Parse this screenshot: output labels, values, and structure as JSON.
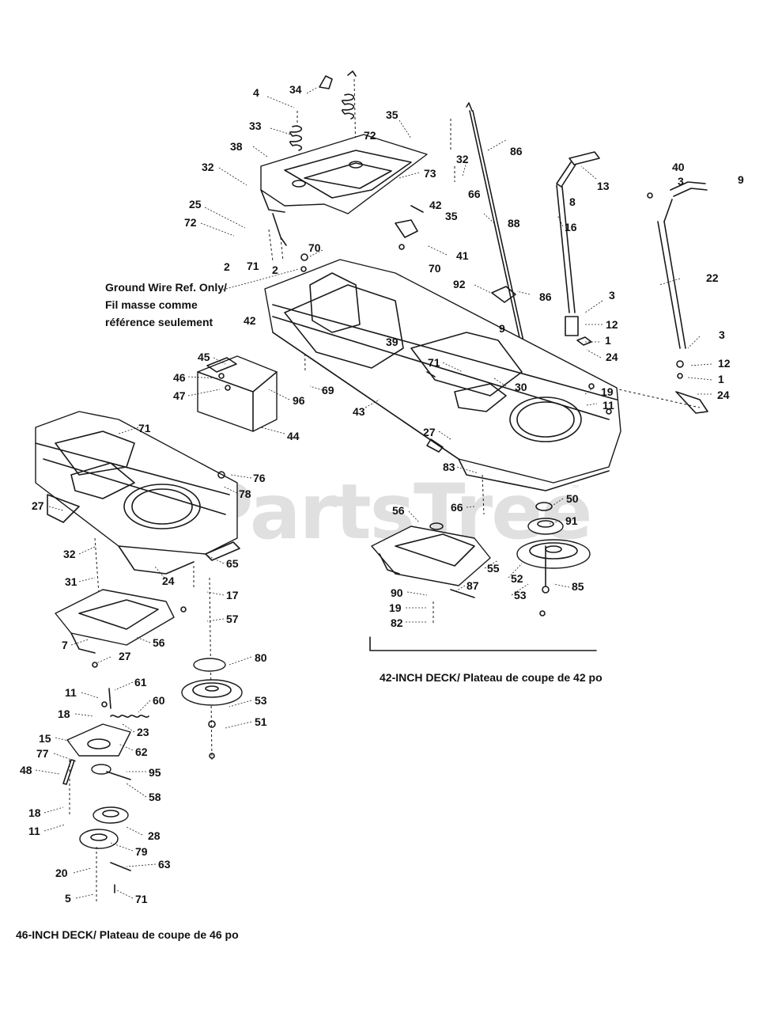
{
  "watermark": {
    "text": "PartsTree",
    "tm": "™"
  },
  "note_ground_wire": {
    "line1": "Ground Wire Ref. Only/",
    "line2": "Fil masse comme",
    "line3": "référence seulement"
  },
  "captions": {
    "deck_42": "42-INCH DECK/ Plateau de coupe de 42 po",
    "deck_46": "46-INCH DECK/ Plateau de coupe de 46 po"
  },
  "callouts": [
    "34",
    "4",
    "33",
    "38",
    "32",
    "35",
    "72",
    "32",
    "86",
    "66",
    "13",
    "73",
    "42",
    "40",
    "3",
    "9",
    "8",
    "25",
    "72",
    "35",
    "88",
    "16",
    "41",
    "2",
    "71",
    "2",
    "70",
    "70",
    "92",
    "86",
    "22",
    "42",
    "39",
    "3",
    "12",
    "9",
    "1",
    "24",
    "71",
    "3",
    "12",
    "45",
    "46",
    "47",
    "96",
    "69",
    "30",
    "19",
    "1",
    "11",
    "24",
    "43",
    "44",
    "71",
    "27",
    "83",
    "76",
    "78",
    "66",
    "50",
    "56",
    "91",
    "27",
    "32",
    "65",
    "55",
    "52",
    "31",
    "24",
    "87",
    "90",
    "53",
    "85",
    "17",
    "57",
    "19",
    "82",
    "7",
    "56",
    "27",
    "80",
    "11",
    "61",
    "60",
    "18",
    "53",
    "23",
    "15",
    "51",
    "62",
    "77",
    "95",
    "48",
    "58",
    "18",
    "28",
    "11",
    "79",
    "63",
    "20",
    "5",
    "71"
  ]
}
